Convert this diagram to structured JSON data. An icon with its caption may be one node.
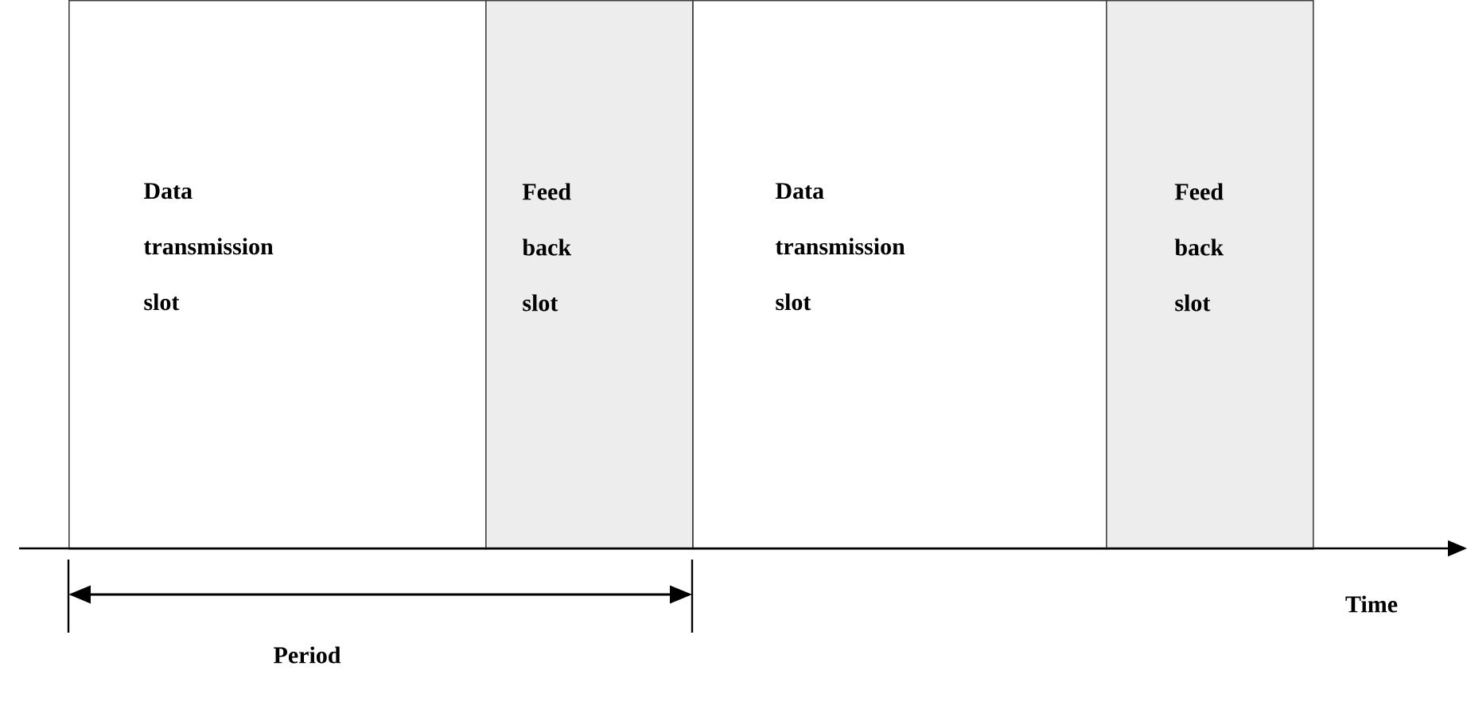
{
  "diagram": {
    "nodes": [
      {
        "text": [
          "Data transmission slot"
        ]
      },
      {
        "text": [
          "Feed back slot"
        ]
      },
      {
        "text": [
          "Data transmission slot"
        ]
      },
      {
        "text": [
          "Feed back slot"
        ]
      }
    ],
    "edges": [],
    "labels": [
      "Time",
      "Period"
    ]
  }
}
